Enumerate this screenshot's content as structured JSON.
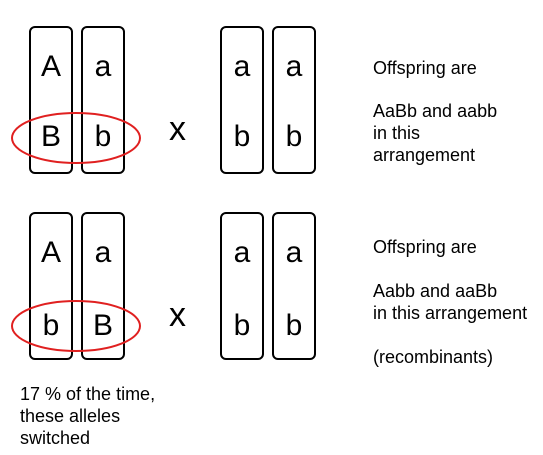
{
  "cross1": {
    "parent1": {
      "left": {
        "top": "A",
        "bottom": "B"
      },
      "right": {
        "top": "a",
        "bottom": "b"
      }
    },
    "cross_symbol": "x",
    "parent2": {
      "left": {
        "top": "a",
        "bottom": "b"
      },
      "right": {
        "top": "a",
        "bottom": "b"
      }
    },
    "caption": [
      "Offspring are",
      "AaBb and aabb",
      "in this",
      "arrangement"
    ]
  },
  "cross2": {
    "parent1": {
      "left": {
        "top": "A",
        "bottom": "b"
      },
      "right": {
        "top": "a",
        "bottom": "B"
      }
    },
    "cross_symbol": "x",
    "parent2": {
      "left": {
        "top": "a",
        "bottom": "b"
      },
      "right": {
        "top": "a",
        "bottom": "b"
      }
    },
    "caption": [
      "Offspring are",
      "Aabb  and aaBb",
      "in this arrangement",
      "(recombinants)"
    ]
  },
  "footnote": [
    "17 % of the time,",
    "these alleles",
    "switched"
  ],
  "colors": {
    "highlight_ellipse": "#e02020",
    "outline": "#000000"
  }
}
